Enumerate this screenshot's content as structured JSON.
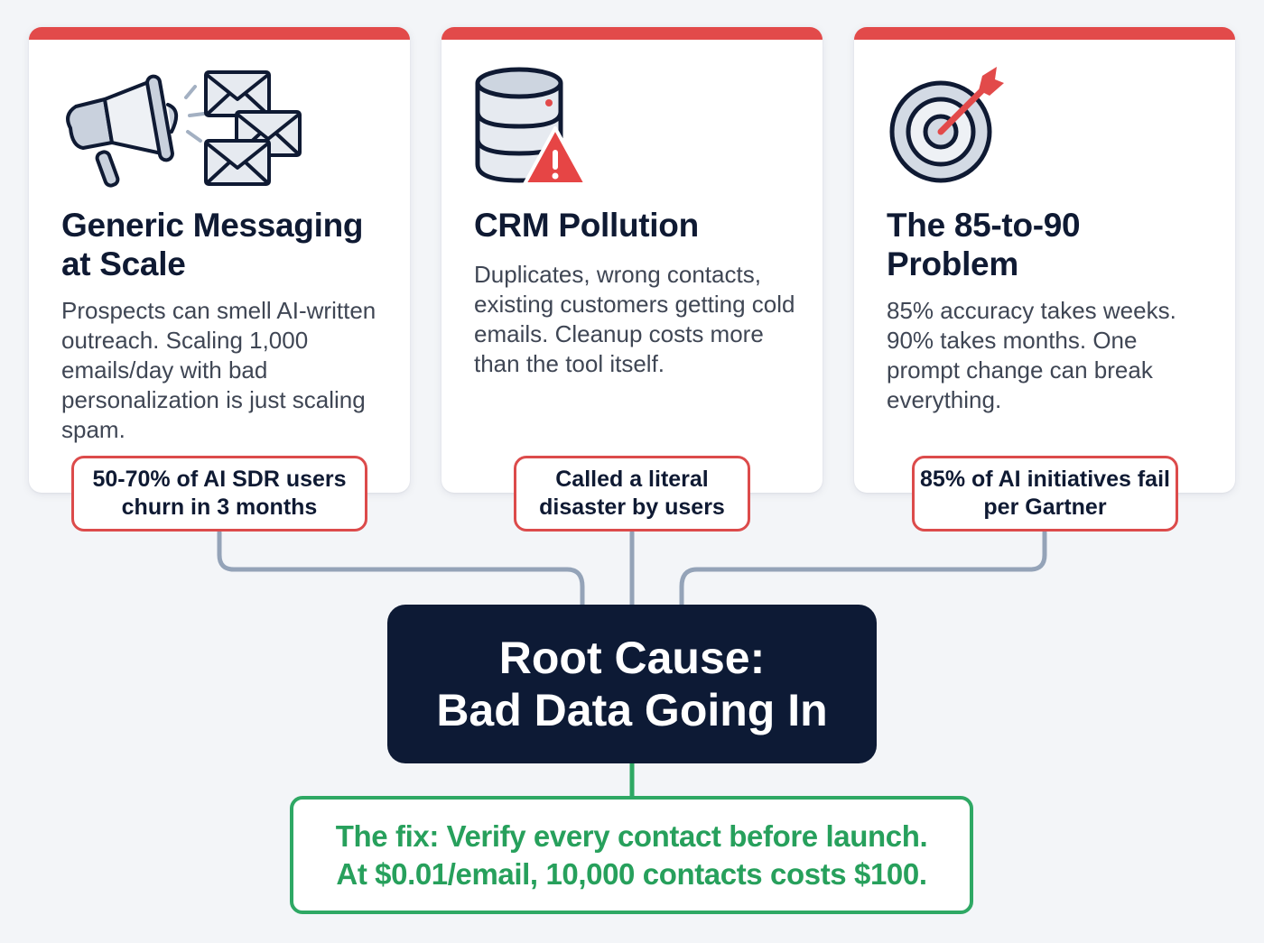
{
  "colors": {
    "background": "#f3f5f8",
    "card": "#ffffff",
    "accent_red": "#e24a4a",
    "stat_border": "#dc4b4b",
    "navy": "#0d1a35",
    "body_text": "#3f4654",
    "connector_gray": "#94a3b8",
    "fix_green": "#2ea864"
  },
  "cards": [
    {
      "icon": "megaphone-with-envelopes-icon",
      "title": "Generic Messaging at Scale",
      "body": "Prospects can smell AI-written outreach. Scaling 1,000 emails/day with bad personalization is just scaling spam.",
      "stat": "50-70% of AI SDR users churn in 3 months"
    },
    {
      "icon": "database-warning-icon",
      "title": "CRM Pollution",
      "body": "Duplicates, wrong contacts, existing customers getting cold emails. Cleanup costs more than the tool itself.",
      "stat": "Called a literal disaster by users"
    },
    {
      "icon": "target-dart-icon",
      "title": "The 85-to-90 Problem",
      "body": "85% accuracy takes weeks. 90% takes months. One prompt change can break everything.",
      "stat": "85% of AI initiatives fail per Gartner"
    }
  ],
  "root_cause": {
    "line1": "Root Cause:",
    "line2": "Bad Data Going In"
  },
  "fix": {
    "line1": "The fix: Verify every contact before launch.",
    "line2": "At $0.01/email, 10,000 contacts costs $100."
  }
}
